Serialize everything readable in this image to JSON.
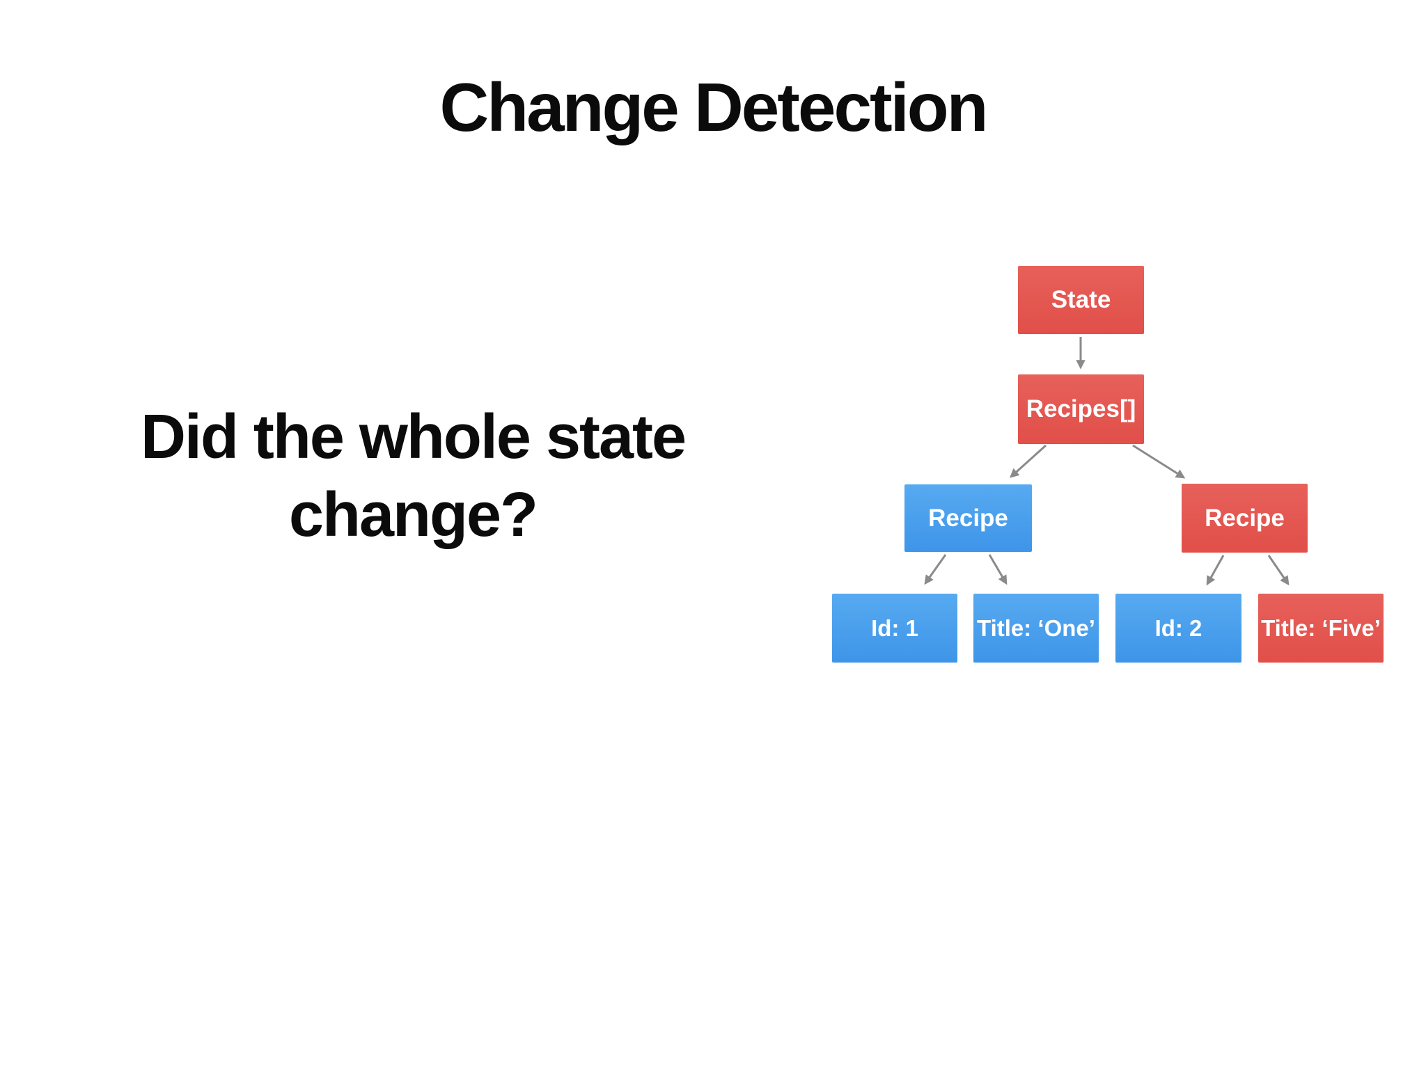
{
  "slide": {
    "title": "Change Detection",
    "question": {
      "line1": "Did the whole state",
      "line2": "change?"
    }
  },
  "colors": {
    "node_red": "#e4564f",
    "node_blue": "#479fea",
    "arrow": "#8a8a8a",
    "title_text": "#0b0b0b",
    "node_label_text": "#ffffff",
    "background": "#ffffff"
  },
  "diagram": {
    "nodes": [
      {
        "id": "state",
        "label": "State",
        "color": "red"
      },
      {
        "id": "recipes-array",
        "label": "Recipes[]",
        "color": "red"
      },
      {
        "id": "recipe-left",
        "label": "Recipe",
        "color": "blue"
      },
      {
        "id": "recipe-right",
        "label": "Recipe",
        "color": "red"
      },
      {
        "id": "id-1",
        "label": "Id: 1",
        "color": "blue"
      },
      {
        "id": "title-one",
        "label": "Title: ‘One’",
        "color": "blue"
      },
      {
        "id": "id-2",
        "label": "Id: 2",
        "color": "blue"
      },
      {
        "id": "title-five",
        "label": "Title: ‘Five’",
        "color": "red"
      }
    ],
    "edges": [
      {
        "from": "state",
        "to": "recipes-array"
      },
      {
        "from": "recipes-array",
        "to": "recipe-left"
      },
      {
        "from": "recipes-array",
        "to": "recipe-right"
      },
      {
        "from": "recipe-left",
        "to": "id-1"
      },
      {
        "from": "recipe-left",
        "to": "title-one"
      },
      {
        "from": "recipe-right",
        "to": "id-2"
      },
      {
        "from": "recipe-right",
        "to": "title-five"
      }
    ]
  }
}
